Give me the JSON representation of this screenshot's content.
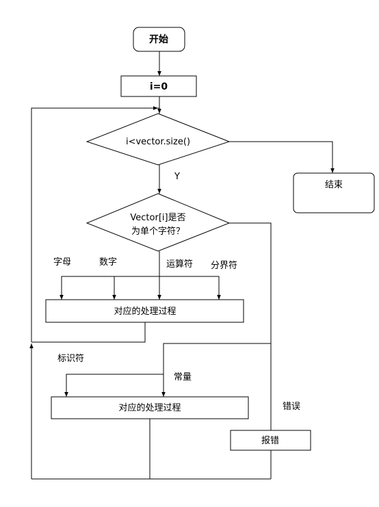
{
  "nodes": {
    "start": "开始",
    "init": "i=0",
    "loop_condition": "i<vector.size()",
    "end": "结束",
    "single_char_line1": "Vector[i]是否",
    "single_char_line2": "为单个字符？",
    "process_single": "对应的处理过程",
    "process_multi": "对应的处理过程",
    "error": "报错"
  },
  "labels": {
    "yes": "Y",
    "letter": "字母",
    "digit": "数字",
    "operator": "运算符",
    "delimiter": "分界符",
    "identifier": "标识符",
    "constant": "常量",
    "error_branch": "错误"
  }
}
